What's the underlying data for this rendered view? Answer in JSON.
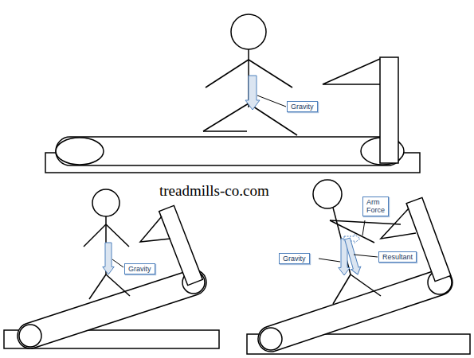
{
  "diagram": {
    "nodes": [
      {
        "text": [
          "Gravity"
        ]
      },
      {
        "text": [
          "Gravity"
        ]
      },
      {
        "text": [
          "Arm Force"
        ]
      },
      {
        "text": [
          "Gravity"
        ]
      },
      {
        "text": [
          "Resultant"
        ]
      }
    ],
    "labels": [
      "treadmills-co.com"
    ]
  }
}
